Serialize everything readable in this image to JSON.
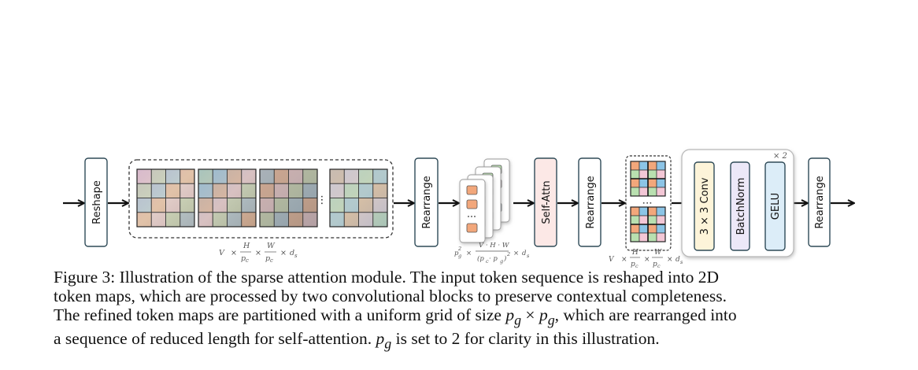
{
  "diagram": {
    "blocks": {
      "reshape": "Reshape",
      "rearrange_1": "Rearrange",
      "self_attn": "Self-Attn",
      "rearrange_2": "Rearrange",
      "conv": "3 × 3 Conv",
      "batchnorm": "BatchNorm",
      "gelu": "GELU",
      "rearrange_3": "Rearrange"
    },
    "repeat_label": "× 2",
    "ellipsis": "⋮",
    "dims": {
      "maps": {
        "V": "V",
        "x1": "×",
        "H": "H",
        "W": "W",
        "pc": "p",
        "pc_sub": "c",
        "x2": "×",
        "x3": "×",
        "d": "d",
        "d_sub": "s"
      },
      "seq": {
        "pg": "p",
        "pg_sub": "g",
        "pg_sup": "2",
        "x1": "×",
        "num": "V · H · W",
        "den": "(p",
        "den_sub1": "c",
        "den_mid": " · p",
        "den_sub2": "g",
        "den_close": ")",
        "den_sup": "2",
        "x2": "×",
        "d": "d",
        "d_sub": "s"
      }
    },
    "colors": {
      "orange": "#f2a77b",
      "blue": "#8cc4e6",
      "green": "#b9e0b0",
      "pink": "#f3c7d6",
      "attn_fill": "#fce8e6",
      "conv_fill": "#fdf4d9",
      "bn_fill": "#ece8f8",
      "gelu_fill": "#dcedf8",
      "block_stroke": "#2e4a57"
    }
  },
  "caption": {
    "line1": "Figure 3: Illustration of the sparse attention module. The input token sequence is reshaped into 2D",
    "line2": "token maps, which are processed by two convolutional blocks to preserve contextual completeness.",
    "line3_a": "The refined token maps are partitioned with a uniform grid of size ",
    "line3_pg1": "p",
    "line3_sub1": "g",
    "line3_times": " × ",
    "line3_pg2": "p",
    "line3_sub2": "g",
    "line3_b": ", which are rearranged into",
    "line4_a": "a sequence of reduced length for self-attention. ",
    "line4_pg": "p",
    "line4_sub": "g",
    "line4_b": " is set to 2 for clarity in this illustration."
  }
}
